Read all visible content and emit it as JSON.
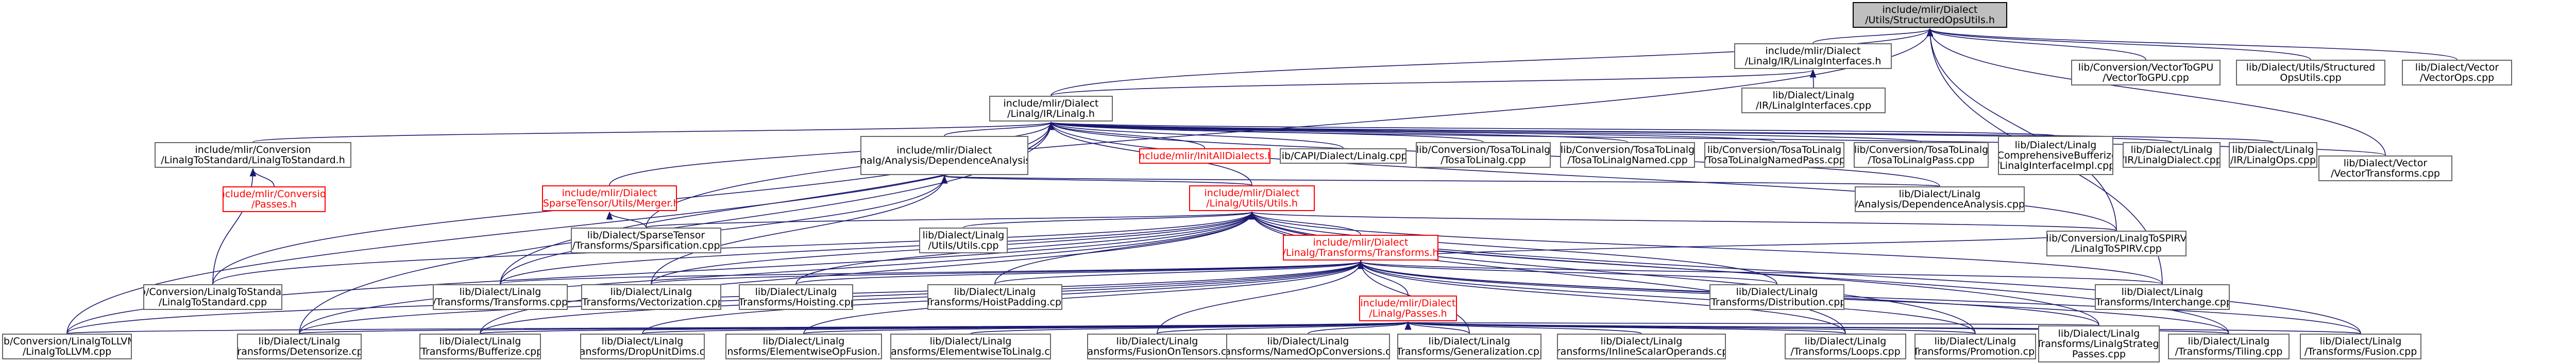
{
  "colors": {
    "edge": "#191970",
    "box_border": "#666666",
    "missing_file": "#ff0000",
    "root_fill": "#bfbfbf"
  },
  "nodes": {
    "root": "include/mlir/Dialect\n/Utils/StructuredOpsUtils.h",
    "iface_h": "include/mlir/Dialect\n/Linalg/IR/LinalgInterfaces.h",
    "vec_gpu": "lib/Conversion/VectorToGPU\n/VectorToGPU.cpp",
    "structops_cpp": "lib/Dialect/Utils/Structured\nOpsUtils.cpp",
    "vectorops_cpp": "lib/Dialect/Vector\n/VectorOps.cpp",
    "iface_cpp": "lib/Dialect/Linalg\n/IR/LinalgInterfaces.cpp",
    "linalg_h": "include/mlir/Dialect\n/Linalg/IR/Linalg.h",
    "std_h": "include/mlir/Conversion\n/LinalgToStandard/LinalgToStandard.h",
    "conv_passes_h": "include/mlir/Conversion\n/Passes.h",
    "merger_h": "include/mlir/Dialect\n/SparseTensor/Utils/Merger.h",
    "sparse_cpp": "lib/Dialect/SparseTensor\n/Transforms/Sparsification.cpp",
    "dep_h": "include/mlir/Dialect\n/Linalg/Analysis/DependenceAnalysis.h",
    "alldialects_h": "include/mlir/InitAllDialects.h",
    "capi_cpp": "lib/CAPI/Dialect/Linalg.cpp",
    "tosa_linalg": "lib/Conversion/TosaToLinalg\n/TosaToLinalg.cpp",
    "tosa_named": "lib/Conversion/TosaToLinalg\n/TosaToLinalgNamed.cpp",
    "tosa_named_pass": "lib/Conversion/TosaToLinalg\n/TosaToLinalgNamedPass.cpp",
    "tosa_pass": "lib/Conversion/TosaToLinalg\n/TosaToLinalgPass.cpp",
    "comprehensive": "lib/Dialect/Linalg\n/ComprehensiveBufferize\n/LinalgInterfaceImpl.cpp",
    "linalgdialect_cpp": "lib/Dialect/Linalg\n/IR/LinalgDialect.cpp",
    "linalgops_cpp": "lib/Dialect/Linalg\n/IR/LinalgOps.cpp",
    "vec_transforms": "lib/Dialect/Vector\n/VectorTransforms.cpp",
    "dep_cpp": "lib/Dialect/Linalg\n/Analysis/DependenceAnalysis.cpp",
    "utils_h": "include/mlir/Dialect\n/Linalg/Utils/Utils.h",
    "spirv_cpp": "lib/Conversion/LinalgToSPIRV\n/LinalgToSPIRV.cpp",
    "std_cpp": "lib/Conversion/LinalgToStandard\n/LinalgToStandard.cpp",
    "transforms_h": "include/mlir/Dialect\n/Linalg/Transforms/Transforms.h",
    "passes_h": "include/mlir/Dialect\n/Linalg/Passes.h",
    "utils_cpp": "lib/Dialect/Linalg\n/Utils/Utils.cpp",
    "transforms_cpp": "lib/Dialect/Linalg\n/Transforms/Transforms.cpp",
    "vectorization": "lib/Dialect/Linalg\n/Transforms/Vectorization.cpp",
    "hoisting": "lib/Dialect/Linalg\n/Transforms/Hoisting.cpp",
    "hoistpadding": "lib/Dialect/Linalg\n/Transforms/HoistPadding.cpp",
    "distribution": "lib/Dialect/Linalg\n/Transforms/Distribution.cpp",
    "interchange": "lib/Dialect/Linalg\n/Transforms/Interchange.cpp",
    "tollvm": "lib/Conversion/LinalgToLLVM\n/LinalgToLLVM.cpp",
    "detensorize": "lib/Dialect/Linalg\n/Transforms/Detensorize.cpp",
    "bufferize": "lib/Dialect/Linalg\n/Transforms/Bufferize.cpp",
    "dropunit": "lib/Dialect/Linalg\n/Transforms/DropUnitDims.cpp",
    "elemfusion": "lib/Dialect/Linalg\n/Transforms/ElementwiseOpFusion.cpp",
    "elemtolinalg": "lib/Dialect/Linalg\n/Transforms/ElementwiseToLinalg.cpp",
    "fusiontensors": "lib/Dialect/Linalg\n/Transforms/FusionOnTensors.cpp",
    "namedop": "lib/Dialect/Linalg\n/Transforms/NamedOpConversions.cpp",
    "generalization": "lib/Dialect/Linalg\n/Transforms/Generalization.cpp",
    "inlinescalar": "lib/Dialect/Linalg\n/Transforms/InlineScalarOperands.cpp",
    "loops": "lib/Dialect/Linalg\n/Transforms/Loops.cpp",
    "promotion": "lib/Dialect/Linalg\n/Transforms/Promotion.cpp",
    "strategy": "lib/Dialect/Linalg\n/Transforms/LinalgStrategy\nPasses.cpp",
    "tiling": "lib/Dialect/Linalg\n/Transforms/Tiling.cpp",
    "fusion": "lib/Dialect/Linalg\n/Transforms/Fusion.cpp"
  }
}
